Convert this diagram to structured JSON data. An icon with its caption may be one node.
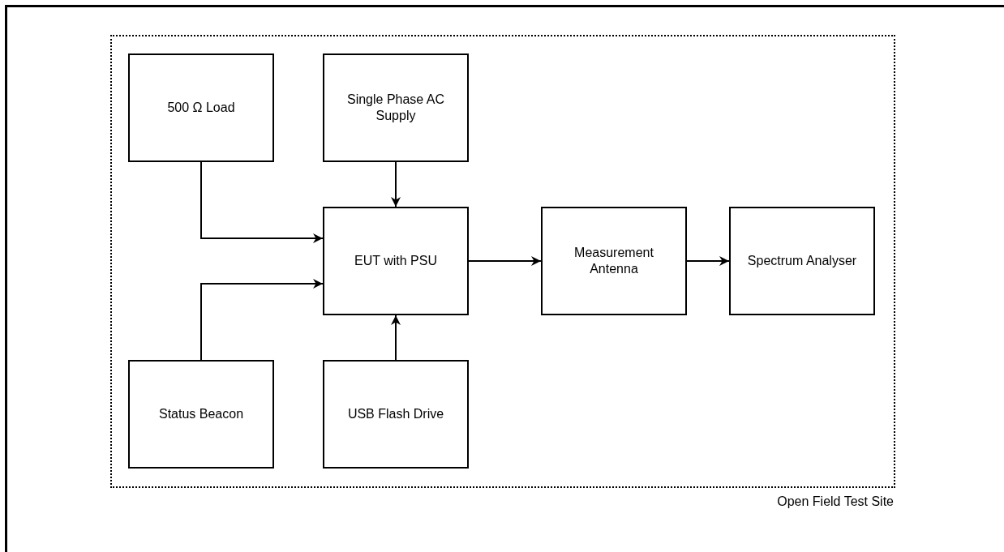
{
  "diagram": {
    "nodes": [
      {
        "text": [
          "Open Field Test Site"
        ]
      },
      {
        "text": [
          "500 Ω Load"
        ],
        "in": 0
      },
      {
        "text": [
          "Single Phase AC Supply"
        ],
        "in": 0
      },
      {
        "text": [
          "EUT with PSU"
        ],
        "in": 0
      },
      {
        "text": [
          "Measurement Antenna"
        ],
        "in": 0
      },
      {
        "text": [
          "Spectrum Analyser"
        ],
        "in": 0
      },
      {
        "text": [
          "Status Beacon"
        ],
        "in": 0
      },
      {
        "text": [
          "USB Flash Drive"
        ],
        "in": 0
      }
    ],
    "edges": [
      {
        "from": 1,
        "to": 3,
        "arrow": "to"
      },
      {
        "from": 2,
        "to": 3,
        "arrow": "to"
      },
      {
        "from": 6,
        "to": 3,
        "arrow": "to"
      },
      {
        "from": 7,
        "to": 3,
        "arrow": "to"
      },
      {
        "from": 3,
        "to": 4,
        "arrow": "to"
      },
      {
        "from": 4,
        "to": 5,
        "arrow": "to"
      }
    ]
  }
}
